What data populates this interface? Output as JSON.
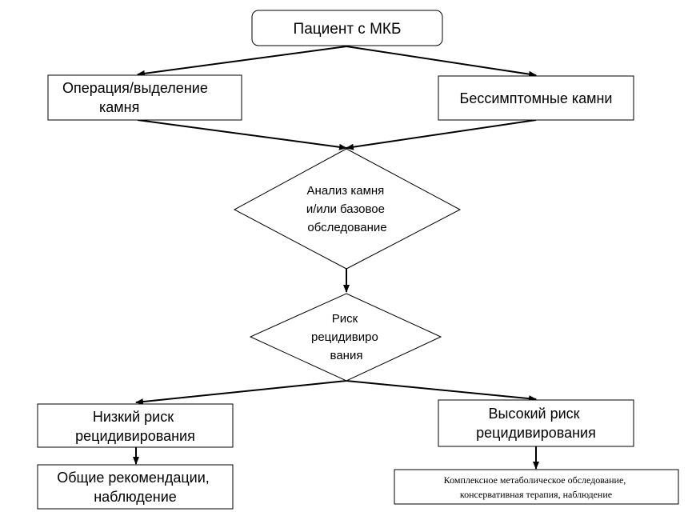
{
  "diagram": {
    "nodes": {
      "patient": {
        "lines": [
          "Пациент с МКБ"
        ]
      },
      "operation": {
        "lines": [
          "Операция/выделение",
          "камня"
        ]
      },
      "asymptomatic": {
        "lines": [
          "Бессимптомные камни"
        ]
      },
      "analysis": {
        "lines": [
          "Анализ камня",
          "и/или базовое",
          "обследование"
        ]
      },
      "risk": {
        "lines": [
          "Риск",
          "рецидивиро",
          "вания"
        ]
      },
      "low_risk": {
        "lines": [
          "Низкий риск",
          "рецидивирования"
        ]
      },
      "high_risk": {
        "lines": [
          "Высокий риск",
          "рецидивирования"
        ]
      },
      "general_recs": {
        "lines": [
          "Общие рекомендации,",
          "наблюдение"
        ]
      },
      "complex_exam": {
        "lines": [
          "Комплексное метаболическое обследование,",
          "консервативная терапия, наблюдение"
        ]
      }
    }
  }
}
